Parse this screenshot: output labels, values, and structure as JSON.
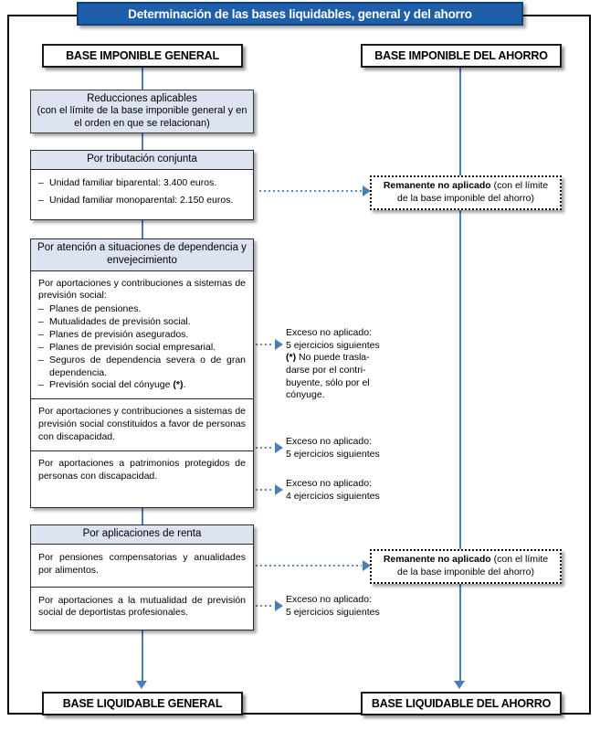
{
  "diagram": {
    "title": "Determinación de las bases liquidables, general y del ahorro",
    "columns": {
      "left_header": "BASE IMPONIBLE GENERAL",
      "right_header": "BASE IMPONIBLE DEL AHORRO",
      "left_footer": "BASE LIQUIDABLE GENERAL",
      "right_footer": "BASE LIQUIDABLE DEL AHORRO"
    },
    "reducciones": {
      "title": "Reducciones aplicables",
      "subtitle_line1": "(con el límite de la base imponible general y en",
      "subtitle_line2": "el orden en que se relacionan)"
    },
    "tributacion_conjunta": {
      "header": "Por tributación conjunta",
      "items": [
        "Unidad familiar biparental: 3.400 euros.",
        "Unidad familiar monoparental: 2.150 euros."
      ]
    },
    "dependencia": {
      "header_line1": "Por atención a situaciones de dependencia y",
      "header_line2": "envejecimiento",
      "section1": {
        "intro": "Por aportaciones y contribuciones a sistemas de previsión social:",
        "items": [
          "Planes de pensiones.",
          "Mutualidades de previsión social.",
          "Planes de previsión asegurados.",
          "Planes de previsión social empresarial.",
          "Seguros de dependencia severa o de gran dependencia.",
          "Previsión social del cónyuge (*)."
        ]
      },
      "section2": "Por aportaciones y contribuciones a sistemas de previsión social constituidos a favor de personas con discapacidad.",
      "section3": "Por aportaciones a patrimonios protegidos de personas con discapacidad."
    },
    "aplicaciones_renta": {
      "header": "Por aplicaciones de renta",
      "section1": "Por pensiones compensatorias y anualidades por alimentos.",
      "section2": "Por aportaciones a la mutualidad de previsión social de deportistas profesionales."
    },
    "notes": {
      "note1_line1": "Exceso no aplicado:",
      "note1_line2": "5 ejercicios siguientes",
      "note1_line3": "(*) No puede trasla-",
      "note1_line4": "darse por el contri-",
      "note1_line5": "buyente, sólo por el",
      "note1_line6": "cónyuge.",
      "note2_line1": "Exceso no aplicado:",
      "note2_line2": "5 ejercicios siguientes",
      "note3_line1": "Exceso no aplicado:",
      "note3_line2": "4 ejercicios siguientes",
      "note4_line1": "Exceso no aplicado:",
      "note4_line2": "5 ejercicios siguientes"
    },
    "remanente": {
      "strong": "Remanente no aplicado",
      "rest_line1": " (con el límite",
      "line2": "de la base imponible del ahorro)"
    },
    "colors": {
      "title_bar": "#1F5FA9",
      "box_fill": "#dde3f0",
      "connector": "#4a7ebb",
      "frame": "#000000"
    }
  }
}
